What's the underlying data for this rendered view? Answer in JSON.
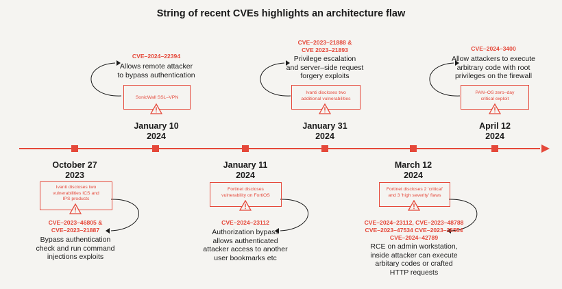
{
  "title": "String of recent CVEs highlights an architecture flaw",
  "colors": {
    "accent": "#e5483a",
    "text": "#1b1b1b",
    "background": "#f5f4f1"
  },
  "events": [
    {
      "id": "e1",
      "date_line1": "October 27",
      "date_line2": "2023",
      "box_lines": [
        "Ivanti discloses two",
        "vulnerabilities ICS and",
        "IPS products"
      ],
      "cve_lines": [
        "CVE–2023–46805 &",
        "CVE–2023–21887"
      ],
      "desc_lines": [
        "Bypass authentication",
        "check and run command",
        "injections exploits"
      ]
    },
    {
      "id": "e2",
      "date_line1": "January 10",
      "date_line2": "2024",
      "box_lines": [
        "SonicWall SSL–VPN"
      ],
      "cve_lines": [
        "CVE–2024–22394"
      ],
      "desc_lines": [
        "Allows remote attacker",
        "to bypass authentication"
      ]
    },
    {
      "id": "e3",
      "date_line1": "January 11",
      "date_line2": "2024",
      "box_lines": [
        "Fortinet discloses",
        "vulnerability on FortiOS"
      ],
      "cve_lines": [
        "CVE–2024–23112"
      ],
      "desc_lines": [
        "Authorization bypass",
        "allows authenticated",
        "attacker access to another",
        "user bookmarks etc"
      ]
    },
    {
      "id": "e4",
      "date_line1": "January 31",
      "date_line2": "2024",
      "box_lines": [
        "Ivanti discloses two",
        "additional vulnerabilities"
      ],
      "cve_lines": [
        "CVE–2023–21888 &",
        "CVE 2023–21893"
      ],
      "desc_lines": [
        "Privilege escalation",
        "and server–side request",
        "forgery exploits"
      ]
    },
    {
      "id": "e5",
      "date_line1": "March 12",
      "date_line2": "2024",
      "box_lines": [
        "Fortinet discloses 2 'critical'",
        "and 3 'high severity' flaws"
      ],
      "cve_lines": [
        "CVE–2024–23112, CVE–2023–48788",
        "CVE–2023–47534 CVE–2023–36554",
        "CVE–2024–42789"
      ],
      "desc_lines": [
        "RCE on admin workstation,",
        "inside attacker can execute",
        "arbitary codes or crafted",
        "HTTP requests"
      ]
    },
    {
      "id": "e6",
      "date_line1": "April 12",
      "date_line2": "2024",
      "box_lines": [
        "PAN–OS zero–day",
        "critical exploit"
      ],
      "cve_lines": [
        "CVE–2024–3400"
      ],
      "desc_lines": [
        "Allow attackers to execute",
        "arbitrary code with root",
        "privileges on the firewall"
      ]
    }
  ]
}
